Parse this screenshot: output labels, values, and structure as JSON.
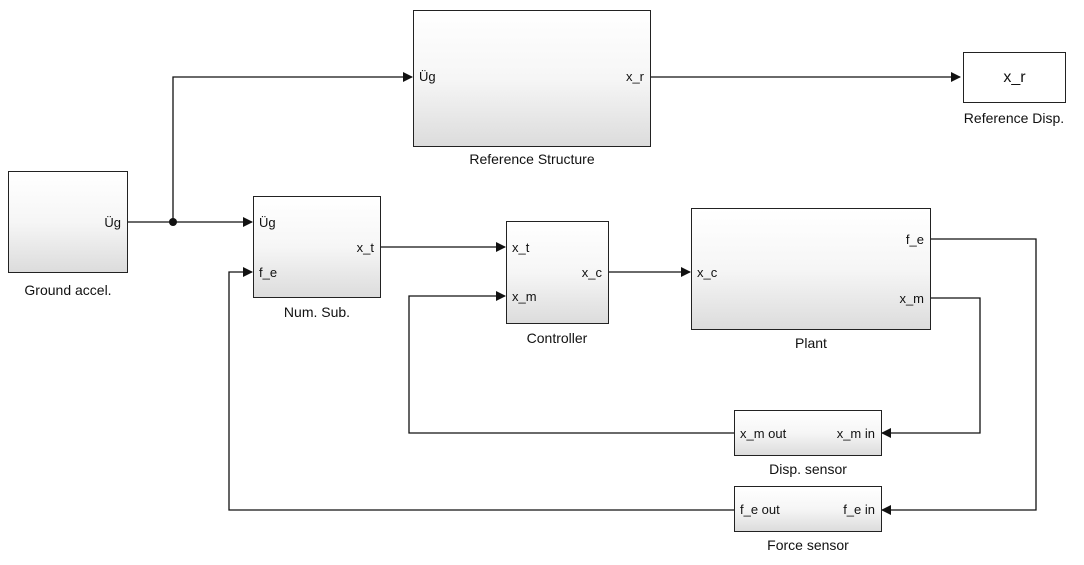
{
  "diagram": {
    "blocks": {
      "ground_accel": {
        "caption": "Ground accel.",
        "out_port": "Üg"
      },
      "reference_structure": {
        "caption": "Reference Structure",
        "in_port": "Üg",
        "out_port": "x_r"
      },
      "reference_disp": {
        "caption": "Reference Disp.",
        "label": "x_r"
      },
      "num_sub": {
        "caption": "Num. Sub.",
        "in_ports": [
          "Üg",
          "f_e"
        ],
        "out_port": "x_t"
      },
      "controller": {
        "caption": "Controller",
        "in_ports": [
          "x_t",
          "x_m"
        ],
        "out_port": "x_c"
      },
      "plant": {
        "caption": "Plant",
        "in_port": "x_c",
        "out_ports": [
          "f_e",
          "x_m"
        ]
      },
      "disp_sensor": {
        "caption": "Disp. sensor",
        "out_port": "x_m out",
        "in_port": "x_m in"
      },
      "force_sensor": {
        "caption": "Force sensor",
        "out_port": "f_e out",
        "in_port": "f_e in"
      }
    },
    "connections": [
      {
        "from": "Ground accel.",
        "to": "Reference Structure"
      },
      {
        "from": "Ground accel.",
        "to": "Num. Sub."
      },
      {
        "from": "Reference Structure",
        "to": "Reference Disp."
      },
      {
        "from": "Num. Sub.",
        "to": "Controller"
      },
      {
        "from": "Controller",
        "to": "Plant"
      },
      {
        "from": "Plant",
        "to": "Disp. sensor"
      },
      {
        "from": "Plant",
        "to": "Force sensor"
      },
      {
        "from": "Disp. sensor",
        "to": "Controller"
      },
      {
        "from": "Force sensor",
        "to": "Num. Sub."
      }
    ],
    "colors": {
      "line": "#111111",
      "border": "#222222",
      "block_fill_top": "#ffffff",
      "block_fill_bottom": "#dcdcdc"
    }
  }
}
